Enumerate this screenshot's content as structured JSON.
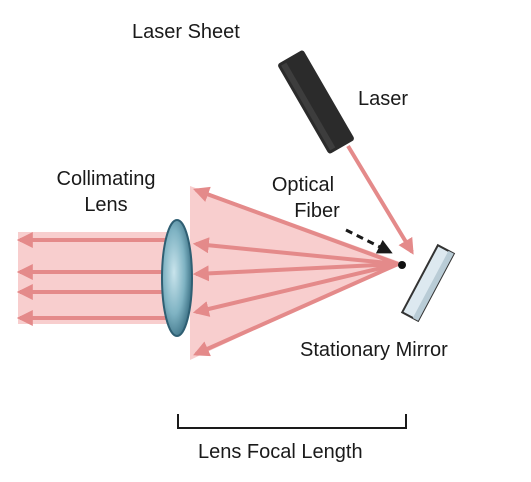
{
  "labels": {
    "laser_sheet": "Laser Sheet",
    "laser": "Laser",
    "collimating_line1": "Collimating",
    "collimating_line2": "Lens",
    "optical_line1": "Optical",
    "optical_line2": "Fiber",
    "stationary_mirror": "Stationary Mirror",
    "lens_focal_length": "Lens Focal Length"
  },
  "colors": {
    "beam": "#e48a8a",
    "beam_fill": "#f7c9c9",
    "beam_fill_light": "#fbdede",
    "laser_body": "#2b2b2b",
    "lens_edge": "#2f5f73",
    "lens_fill": "#9fc7d2",
    "mirror_fill": "#dde9f0",
    "mirror_edge": "#333333",
    "text": "#1a1a1a"
  }
}
